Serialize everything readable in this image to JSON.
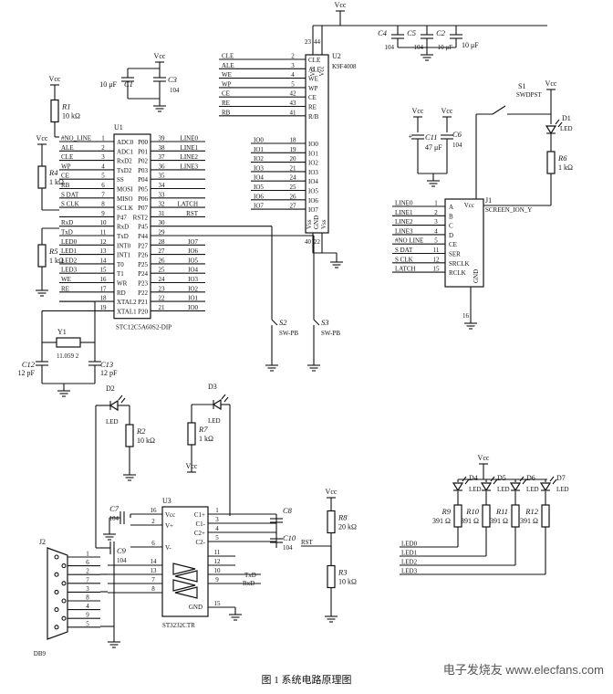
{
  "caption": "图 1  系统电路原理图",
  "watermark": "电子发烧友 www.elecfans.com",
  "vcc": "Vcc",
  "u1": {
    "ref": "U1",
    "part": "STC12C5A60S2-DIP",
    "left_pins": [
      {
        "num": "1",
        "name": "ADC0",
        "net": "#NO_LINE"
      },
      {
        "num": "2",
        "name": "ADC1",
        "net": "ALE"
      },
      {
        "num": "3",
        "name": "RxD2",
        "net": "CLE"
      },
      {
        "num": "4",
        "name": "TxD2",
        "net": "WP"
      },
      {
        "num": "5",
        "name": "SS",
        "net": "CE"
      },
      {
        "num": "6",
        "name": "MOSI",
        "net": "RB"
      },
      {
        "num": "7",
        "name": "MISO",
        "net": "S DAT"
      },
      {
        "num": "8",
        "name": "SCLK",
        "net": "S CLK"
      },
      {
        "num": "9",
        "name": "P47",
        "net": ""
      },
      {
        "num": "10",
        "name": "RxD",
        "net": "RxD"
      },
      {
        "num": "11",
        "name": "TxD",
        "net": "TxD"
      },
      {
        "num": "12",
        "name": "INT0",
        "net": "LED0"
      },
      {
        "num": "13",
        "name": "INT1",
        "net": "LED1"
      },
      {
        "num": "14",
        "name": "T0",
        "net": "LED2"
      },
      {
        "num": "15",
        "name": "T1",
        "net": "LED3"
      },
      {
        "num": "16",
        "name": "WR",
        "net": "WE"
      },
      {
        "num": "17",
        "name": "RD",
        "net": "RE"
      },
      {
        "num": "18",
        "name": "XTAL2",
        "net": ""
      },
      {
        "num": "19",
        "name": "XTAL1",
        "net": ""
      }
    ],
    "right_pins": [
      {
        "num": "39",
        "name": "P00",
        "net": "LINE0"
      },
      {
        "num": "38",
        "name": "P01",
        "net": "LINE1"
      },
      {
        "num": "37",
        "name": "P02",
        "net": "LINE2"
      },
      {
        "num": "36",
        "name": "P03",
        "net": "LINE3"
      },
      {
        "num": "35",
        "name": "P04",
        "net": ""
      },
      {
        "num": "34",
        "name": "P05",
        "net": ""
      },
      {
        "num": "33",
        "name": "P06",
        "net": ""
      },
      {
        "num": "32",
        "name": "P07",
        "net": "LATCH"
      },
      {
        "num": "31",
        "name": "RST2",
        "net": "RST"
      },
      {
        "num": "30",
        "name": "P45",
        "net": ""
      },
      {
        "num": "29",
        "name": "P44",
        "net": ""
      },
      {
        "num": "28",
        "name": "P27",
        "net": "IO7"
      },
      {
        "num": "27",
        "name": "P26",
        "net": "IO6"
      },
      {
        "num": "26",
        "name": "P25",
        "net": "IO5"
      },
      {
        "num": "25",
        "name": "P24",
        "net": "IO4"
      },
      {
        "num": "24",
        "name": "P23",
        "net": "IO3"
      },
      {
        "num": "23",
        "name": "P22",
        "net": "IO2"
      },
      {
        "num": "22",
        "name": "P21",
        "net": "IO1"
      },
      {
        "num": "21",
        "name": "P20",
        "net": "IO0"
      }
    ],
    "bottom_pin": "20"
  },
  "u2": {
    "ref": "U2",
    "part": "K9F4008",
    "top_pins": [
      "23",
      "44"
    ],
    "top_labels": [
      "Vcc",
      "Vcc"
    ],
    "left_pins": [
      {
        "num": "2",
        "name": "CLE",
        "net": "CLE"
      },
      {
        "num": "3",
        "name": "ALE",
        "net": "ALE"
      },
      {
        "num": "4",
        "name": "WE",
        "net": "WE"
      },
      {
        "num": "5",
        "name": "WP",
        "net": "WP"
      },
      {
        "num": "42",
        "name": "CE",
        "net": "CE"
      },
      {
        "num": "43",
        "name": "RE",
        "net": "RE"
      },
      {
        "num": "41",
        "name": "R/B",
        "net": "RB"
      }
    ],
    "io_pins": [
      {
        "num": "18",
        "name": "IO",
        "net": "IO0"
      },
      {
        "num": "19",
        "name": "IO",
        "net": "IO1"
      },
      {
        "num": "20",
        "name": "IO",
        "net": "IO2"
      },
      {
        "num": "21",
        "name": "IO",
        "net": "IO3"
      },
      {
        "num": "24",
        "name": "IO",
        "net": "IO4"
      },
      {
        "num": "25",
        "name": "IO",
        "net": "IO5"
      },
      {
        "num": "26",
        "name": "IO",
        "net": "IO6"
      },
      {
        "num": "27",
        "name": "IO",
        "net": "IO7"
      }
    ],
    "bottom_labels": [
      "Vss",
      "GND",
      "Vss"
    ],
    "bottom_pins": [
      "40",
      "22"
    ]
  },
  "j1": {
    "ref": "J1",
    "part": "SCREEN_ION_Y",
    "vcc_label": "Vcc",
    "gnd_label": "GND",
    "gnd_pin": "16",
    "pins": [
      {
        "num": "1",
        "name": "A",
        "net": "LINE0"
      },
      {
        "num": "2",
        "name": "B",
        "net": "LINE1"
      },
      {
        "num": "3",
        "name": "C",
        "net": "LINE2"
      },
      {
        "num": "4",
        "name": "D",
        "net": "LINE3"
      },
      {
        "num": "5",
        "name": "CE",
        "net": "#NO LINE"
      },
      {
        "num": "11",
        "name": "SER",
        "net": "S DAT"
      },
      {
        "num": "12",
        "name": "SRCLK",
        "net": "S CLK"
      },
      {
        "num": "15",
        "name": "RCLK",
        "net": "LATCH"
      }
    ]
  },
  "u3": {
    "ref": "U3",
    "part": "ST3232CTR",
    "left_pins": [
      {
        "num": "16",
        "name": "Vcc"
      },
      {
        "num": "2",
        "name": "V+"
      },
      {
        "num": "6",
        "name": "V-"
      }
    ],
    "right_pins": [
      {
        "num": "1",
        "name": "C1+"
      },
      {
        "num": "3",
        "name": "C1-"
      },
      {
        "num": "4",
        "name": "C2+"
      },
      {
        "num": "5",
        "name": "C2-"
      }
    ],
    "lower_left": [
      "14",
      "13",
      "7",
      "8"
    ],
    "lower_right": [
      "11",
      "12",
      "10",
      "9"
    ],
    "gnd": {
      "num": "15",
      "name": "GND"
    },
    "rxd": "RxD",
    "txd": "TxD"
  },
  "parts": {
    "C1": {
      "ref": "C1",
      "val": "10 μF"
    },
    "C2": {
      "ref": "C2",
      "val": "10 μF"
    },
    "C3": {
      "ref": "C3",
      "val": "104"
    },
    "C4": {
      "ref": "C4",
      "val": "104"
    },
    "C5": {
      "ref": "C5",
      "val": "104"
    },
    "C6": {
      "ref": "C6",
      "val": "104"
    },
    "C7": {
      "ref": "C7",
      "val": "104"
    },
    "C8": {
      "ref": "C8",
      "val": ""
    },
    "C9": {
      "ref": "C9",
      "val": "104"
    },
    "C10": {
      "ref": "C10",
      "val": "104"
    },
    "C11": {
      "ref": "C11",
      "val": "47 μF"
    },
    "C12": {
      "ref": "C12",
      "val": "12 pF"
    },
    "C13": {
      "ref": "C13",
      "val": "12 pF"
    },
    "R1": {
      "ref": "R1",
      "val": "10 kΩ"
    },
    "R2": {
      "ref": "R2",
      "val": "10 kΩ"
    },
    "R3": {
      "ref": "R3",
      "val": "10 kΩ"
    },
    "R4": {
      "ref": "R4",
      "val": "1 kΩ"
    },
    "R5": {
      "ref": "R5",
      "val": "1 kΩ"
    },
    "R6": {
      "ref": "R6",
      "val": "1 kΩ"
    },
    "R7": {
      "ref": "R7",
      "val": "1 kΩ"
    },
    "R8": {
      "ref": "R8",
      "val": "20 kΩ"
    },
    "R9": {
      "ref": "R9",
      "val": "391 Ω"
    },
    "R10": {
      "ref": "R10",
      "val": "391 Ω"
    },
    "R11": {
      "ref": "R11",
      "val": "391 Ω"
    },
    "R12": {
      "ref": "R12",
      "val": "391 Ω"
    },
    "Y1": {
      "ref": "Y1",
      "val": "11.059 2"
    },
    "S1": {
      "ref": "S1",
      "val": "SWDPST"
    },
    "S2": {
      "ref": "S2",
      "val": "SW-PB"
    },
    "S3": {
      "ref": "S3",
      "val": "SW-PB"
    },
    "D1": {
      "ref": "D1",
      "val": "LED"
    },
    "D2": {
      "ref": "D2",
      "val": "LED"
    },
    "D3": {
      "ref": "D3",
      "val": "LED"
    },
    "D4": {
      "ref": "D4",
      "val": "LED"
    },
    "D5": {
      "ref": "D5",
      "val": "LED"
    },
    "D6": {
      "ref": "D6",
      "val": "LED"
    },
    "D7": {
      "ref": "D7",
      "val": "LED"
    },
    "J2": {
      "ref": "J2",
      "val": "DB9"
    }
  },
  "db9_pins": [
    "1",
    "6",
    "2",
    "7",
    "3",
    "8",
    "4",
    "9",
    "5"
  ],
  "rst_label": "RST",
  "led_nets": [
    "LED0",
    "LED1",
    "LED2",
    "LED3"
  ]
}
